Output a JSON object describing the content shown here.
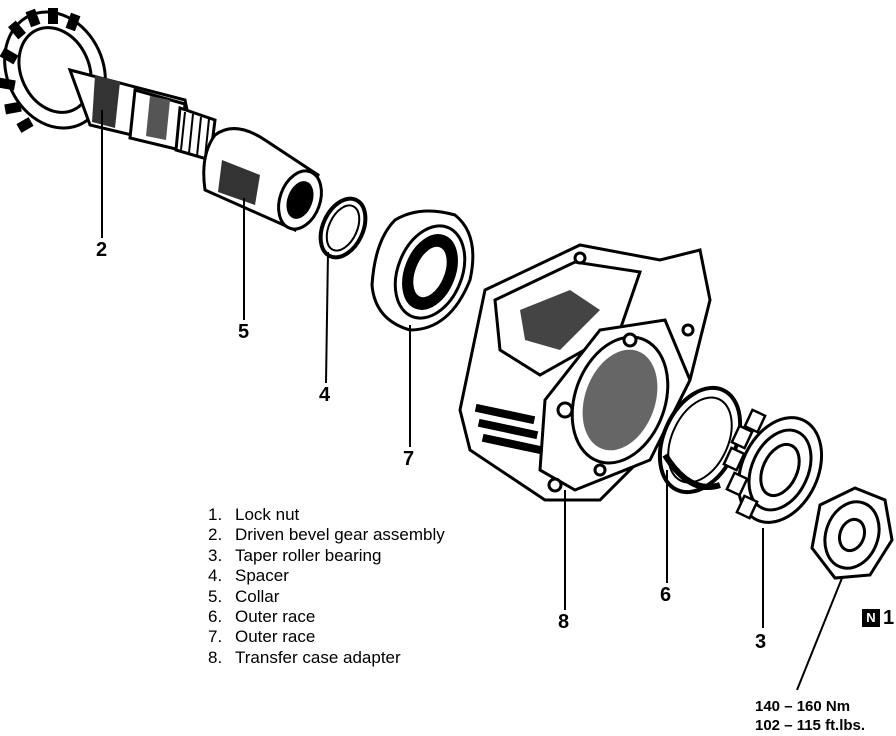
{
  "callouts": {
    "c1": "1",
    "c2": "2",
    "c3": "3",
    "c4": "4",
    "c5": "5",
    "c6": "6",
    "c7": "7",
    "c8": "8"
  },
  "legend": [
    {
      "num": "1.",
      "text": "Lock nut"
    },
    {
      "num": "2.",
      "text": "Driven bevel gear assembly"
    },
    {
      "num": "3.",
      "text": "Taper roller bearing"
    },
    {
      "num": "4.",
      "text": "Spacer"
    },
    {
      "num": "5.",
      "text": "Collar"
    },
    {
      "num": "6.",
      "text": "Outer race"
    },
    {
      "num": "7.",
      "text": "Outer race"
    },
    {
      "num": "8.",
      "text": "Transfer case adapter"
    }
  ],
  "torque": {
    "nm": "140 – 160 Nm",
    "ftlbs": "102 – 115 ft.lbs."
  },
  "new_part_badge": "N"
}
